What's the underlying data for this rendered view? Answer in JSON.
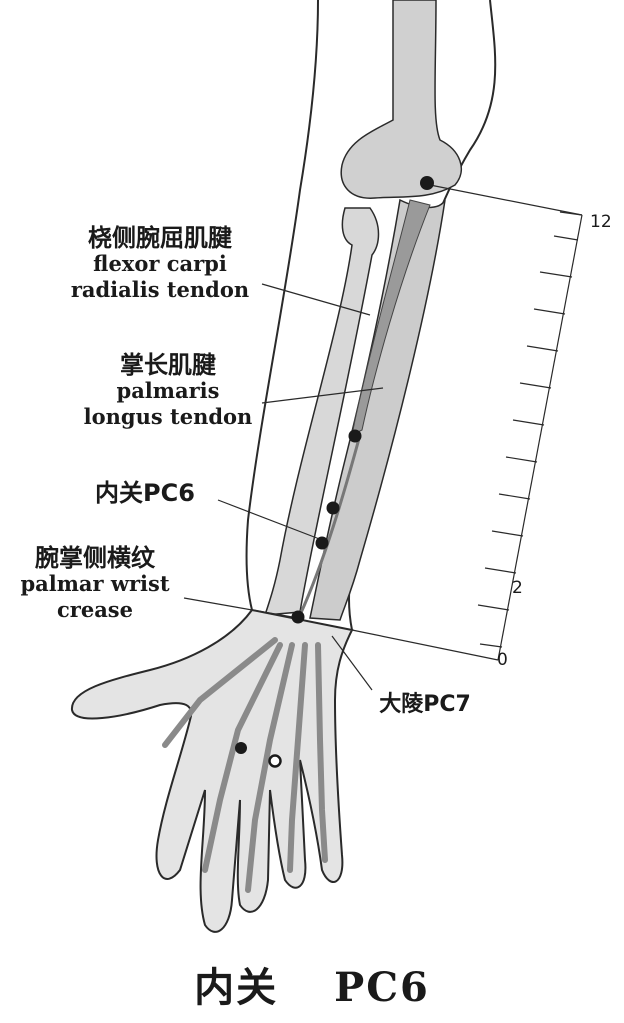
{
  "labels": {
    "fcr": {
      "cn": "桡侧腕屈肌腱",
      "en1": "flexor carpi",
      "en2": "radialis tendon"
    },
    "pl": {
      "cn": "掌长肌腱",
      "en1": "palmaris",
      "en2": "longus tendon"
    },
    "pc6": "内关PC6",
    "crease": {
      "cn": "腕掌侧横纹",
      "en1": "palmar wrist",
      "en2": "crease"
    },
    "pc7": "大陵PC7"
  },
  "scale": {
    "top": "12",
    "mid": "2",
    "bottom": "0"
  },
  "caption": {
    "cn": "内关",
    "code": "PC6"
  },
  "colors": {
    "bone": "#d0d0d0",
    "outline": "#2a2a2a",
    "tendon": "#9a9a9a",
    "point": "#1a1a1a"
  }
}
